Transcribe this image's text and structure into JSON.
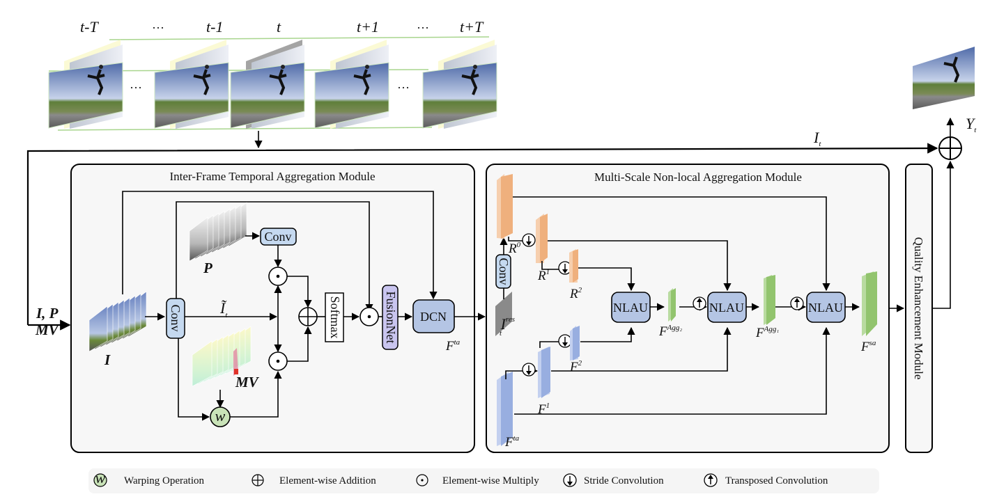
{
  "colors": {
    "module_bg": "#f7f7f7",
    "conv_fill": "#c5d9f0",
    "dcn_fill": "#b4c5e4",
    "fusion_fill": "#c9c5ef",
    "nlau_fill": "#b4c5e4",
    "orange_feat": "#efb07d",
    "orange_feat_light": "#f6cfae",
    "blue_feat": "#98aee0",
    "blue_feat_light": "#c3d0ef",
    "green_feat": "#92c46e",
    "green_feat_light": "#b9dba0",
    "warp_fill": "#c9e3b8",
    "frame_border": "#a8d58d"
  },
  "frames": {
    "labels": [
      "t-T",
      "···",
      "t-1",
      "t",
      "t+1",
      "···",
      "t+T"
    ],
    "dots": [
      "···",
      "···"
    ]
  },
  "inputs": {
    "main_input": "I, P",
    "main_input_2": "MV",
    "I": "I",
    "P": "P",
    "MV": "MV",
    "I_tilde": "Ĩ",
    "I_tilde_sub": "t",
    "I_t": "I",
    "I_t_sub": "t",
    "Y_t": "Y",
    "Y_t_sub": "t"
  },
  "ifta": {
    "title": "Inter-Frame Temporal Aggregation Module",
    "conv_main": "Conv",
    "conv_p": "Conv",
    "softmax": "Softmax",
    "fusionnet": "FusionNet",
    "dcn": "DCN",
    "warp": "w",
    "out_label": "F",
    "out_sup": "ta"
  },
  "msna": {
    "title": "Multi-Scale Non-local Aggregation Module",
    "conv": "Conv",
    "res_label": "I",
    "res_sup": "res",
    "res_sub": "t",
    "r0": "R",
    "r0_sup": "0",
    "r1": "R",
    "r1_sup": "1",
    "r2": "R",
    "r2_sup": "2",
    "f1": "F",
    "f1_sup": "1",
    "f2": "F",
    "f2_sup": "2",
    "fta": "F",
    "fta_sup": "ta",
    "nlau": [
      "NLAU",
      "NLAU",
      "NLAU"
    ],
    "agg2": "F",
    "agg2_sup": "Agg₂",
    "agg1": "F",
    "agg1_sup": "Agg₁",
    "fsa": "F",
    "fsa_sup": "sa"
  },
  "qem": {
    "title": "Quality Enhancement Module"
  },
  "legend": {
    "items": [
      {
        "icon": "warp-icon",
        "label": "Warping Operation"
      },
      {
        "icon": "element-add-icon",
        "label": "Element-wise Addition"
      },
      {
        "icon": "element-multiply-icon",
        "label": "Element-wise Multiply"
      },
      {
        "icon": "stride-conv-icon",
        "label": "Stride Convolution"
      },
      {
        "icon": "transposed-conv-icon",
        "label": "Transposed Convolution"
      }
    ],
    "warp_glyph": "w"
  }
}
